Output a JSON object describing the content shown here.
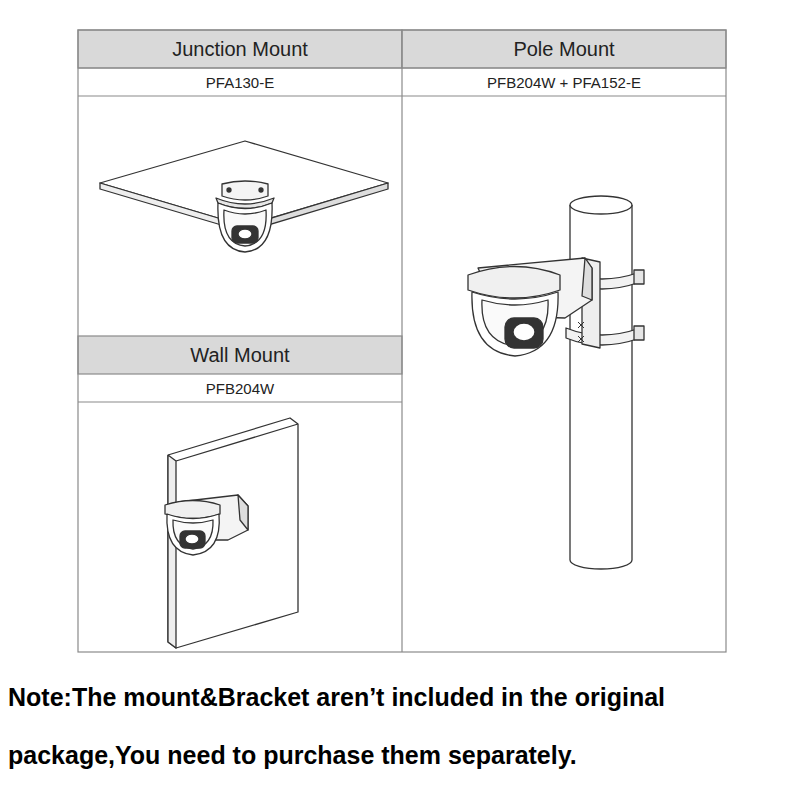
{
  "diagram": {
    "labels": [
      "Junction Mount",
      "PFA130-E",
      "Pole Mount",
      "PFB204W + PFA152-E",
      "Wall Mount",
      "PFB204W",
      "Note:The mount&Bracket aren’t included in the original package,You need to purchase them separately."
    ]
  }
}
